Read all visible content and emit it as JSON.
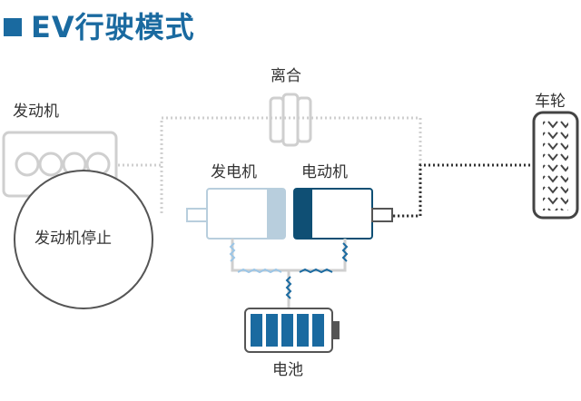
{
  "title": "EV行驶模式",
  "labels": {
    "clutch": "离合",
    "engine": "发动机",
    "wheel": "车轮",
    "generator": "发电机",
    "motor": "电动机",
    "engine_stopped": "发动机停止",
    "battery": "电池"
  },
  "colors": {
    "accent": "#1a6aa0",
    "motor_dark": "#0f4f74",
    "generator_light": "#b8cedd",
    "inactive_gray": "#cfcfcf",
    "energy_dark": "#1a6aa0",
    "energy_light": "#9cc6e6"
  },
  "icons": [
    "engine-icon",
    "clutch-icon",
    "generator-icon",
    "motor-icon",
    "battery-icon",
    "wheel-icon",
    "energy-flow-icon"
  ]
}
